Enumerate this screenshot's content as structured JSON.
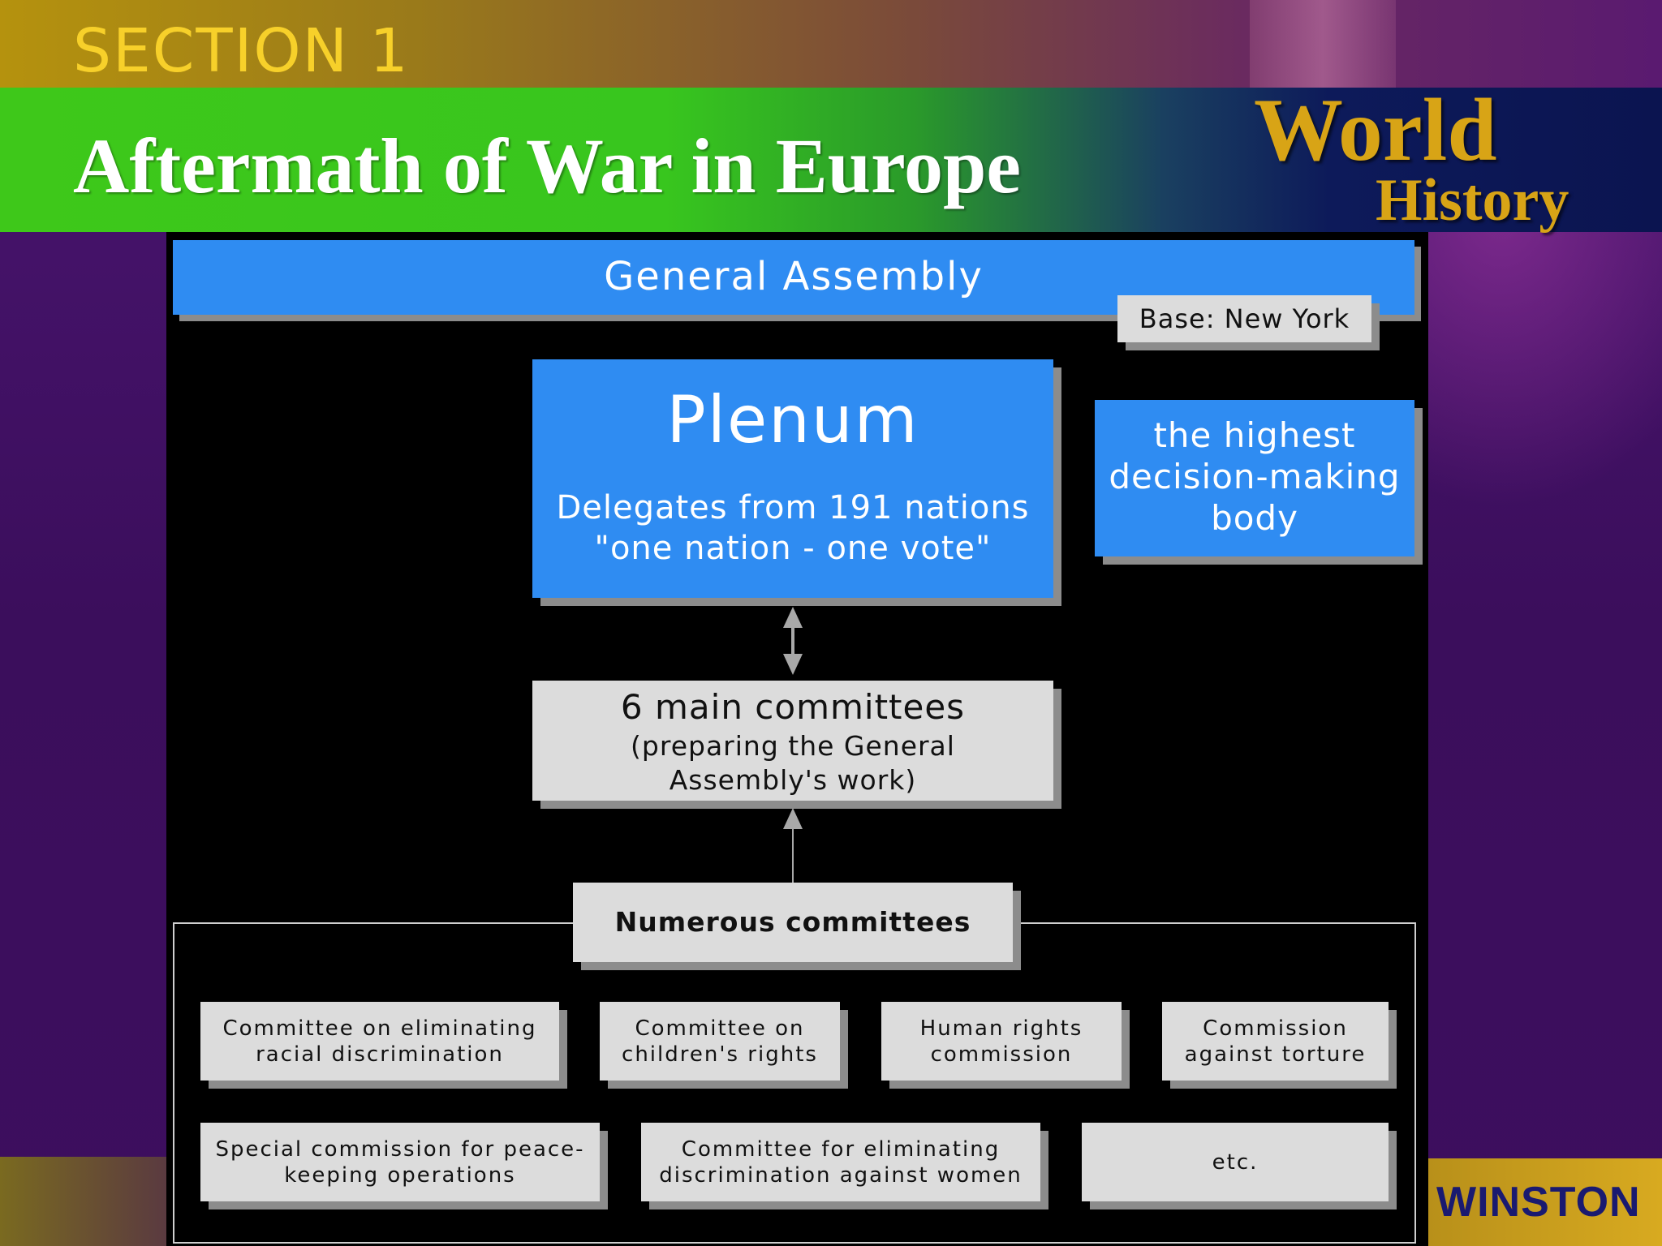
{
  "header": {
    "section_label": "SECTION 1",
    "title": "Aftermath of War in Europe"
  },
  "logo": {
    "word1": "World",
    "word2": "History",
    "color": "#d8a416"
  },
  "publisher": "WINSTON",
  "diagram": {
    "general_assembly": "General Assembly",
    "base": "Base: New York",
    "plenum": {
      "title": "Plenum",
      "line1": "Delegates from 191 nations",
      "line2": "\"one nation - one vote\""
    },
    "highest": {
      "line1": "the highest",
      "line2": "decision-making",
      "line3": "body"
    },
    "main_committees": {
      "title": "6 main committees",
      "line1": "(preparing the General",
      "line2": "Assembly's work)"
    },
    "numerous": "Numerous committees",
    "committees_row1": [
      {
        "l1": "Committee on eliminating",
        "l2": "racial discrimination"
      },
      {
        "l1": "Committee on",
        "l2": "children's rights"
      },
      {
        "l1": "Human rights",
        "l2": "commission"
      },
      {
        "l1": "Commission",
        "l2": "against torture"
      }
    ],
    "committees_row2": [
      {
        "l1": "Special commission for peace-",
        "l2": "keeping operations"
      },
      {
        "l1": "Committee for eliminating",
        "l2": "discrimination against women"
      },
      {
        "l1": "etc.",
        "l2": ""
      }
    ],
    "colors": {
      "blue": "#2f8cf2",
      "grey": "#dcdcdc",
      "panel": "#000000"
    }
  }
}
